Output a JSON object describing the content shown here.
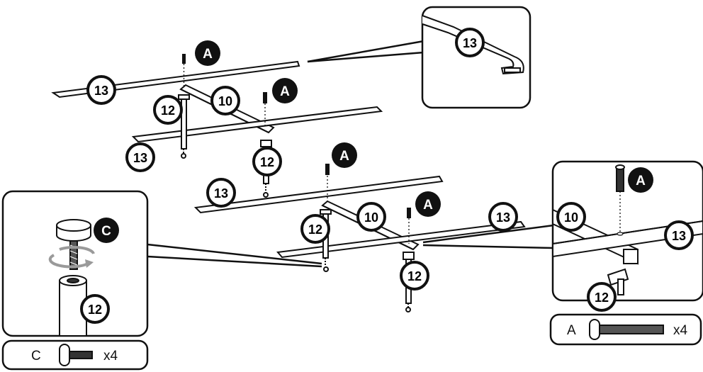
{
  "parts": {
    "rail": "13",
    "crossbar": "10",
    "leg": "12"
  },
  "fasteners": {
    "bolt_letter": "A",
    "knob_letter": "C"
  },
  "legend": {
    "bolt": {
      "letter": "A",
      "qty": "x4"
    },
    "knob": {
      "letter": "C",
      "qty": "x4"
    }
  },
  "colors": {
    "ink": "#111111",
    "paper": "#ffffff",
    "rotate_arrow": "#9a9a9a"
  }
}
